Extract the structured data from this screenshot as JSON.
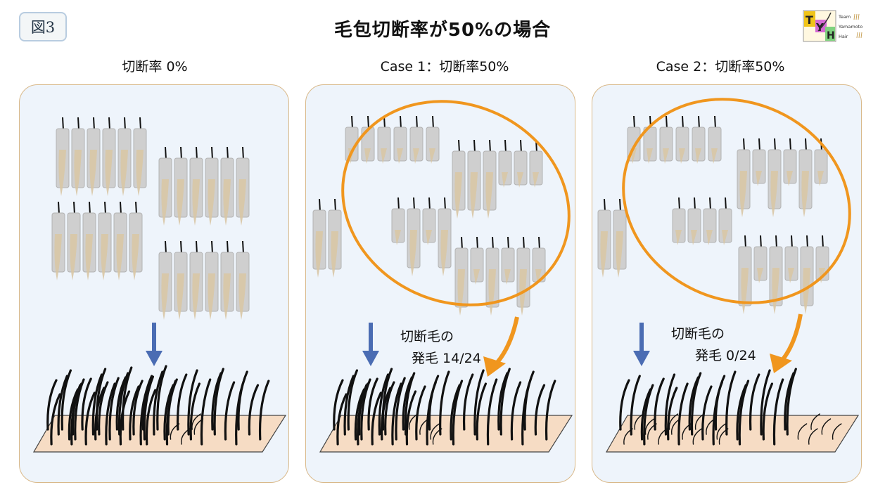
{
  "figure_label": "図3",
  "title": "毛包切断率が50%の場合",
  "logo": {
    "letters": [
      "T",
      "Y",
      "H"
    ],
    "lines": [
      "Team",
      "Yamamoto",
      "Hair"
    ],
    "colors": {
      "t": "#f0c419",
      "y": "#d46ad4",
      "h": "#7fd27f"
    }
  },
  "panels": [
    {
      "title": "切断率 0%",
      "note_line1": "",
      "note_line2": "",
      "cut_ratio": 0,
      "regrowth_numerator": null,
      "regrowth_denominator": null
    },
    {
      "title": "Case 1：切断率50%",
      "note_line1": "切断毛の",
      "note_line2": "発毛 14/24",
      "cut_ratio": 0.5,
      "regrowth_numerator": 14,
      "regrowth_denominator": 24
    },
    {
      "title": "Case 2：切断率50%",
      "note_line1": "切断毛の",
      "note_line2": "発毛 0/24",
      "cut_ratio": 0.5,
      "regrowth_numerator": 0,
      "regrowth_denominator": 24
    }
  ],
  "colors": {
    "panel_bg": "#eef4fb",
    "panel_border": "#d9b98a",
    "down_arrow": "#4a6cb3",
    "ellipse": "#f0961e",
    "skin": "#f6dcc4",
    "follicle_sheath": "#cfcfcf",
    "follicle_bulb": "#d8c7a5",
    "hair": "#111111"
  }
}
